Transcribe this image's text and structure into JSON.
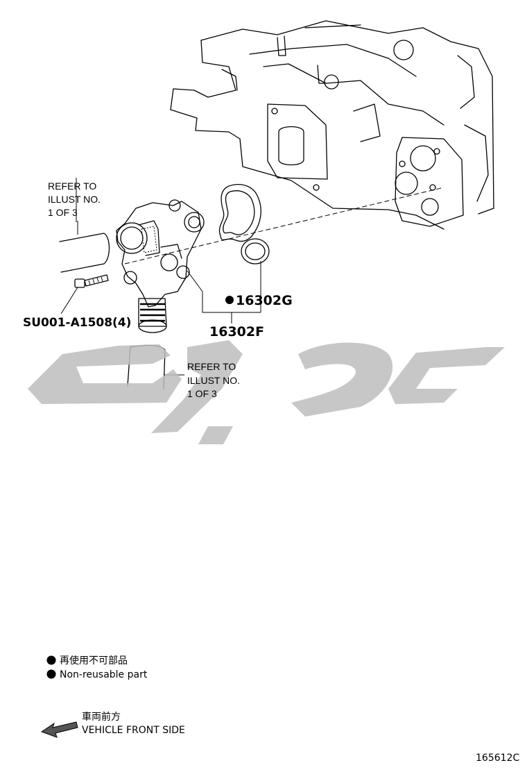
{
  "refer_top": {
    "line1": "REFER TO",
    "line2": "ILLUST NO.",
    "line3": "1 OF 3"
  },
  "refer_mid": {
    "line1": "REFER TO",
    "line2": "ILLUST NO.",
    "line3": "1 OF 3"
  },
  "part_gasket": "16302G",
  "part_housing": "16302F",
  "part_bolt": "SU001-A1508(4)",
  "legend": {
    "jp": "再使用不可部品",
    "en": "Non-reusable part"
  },
  "front": {
    "jp": "車両前方",
    "en": "VEHICLE FRONT SIDE"
  },
  "diagram_code": "165612C"
}
